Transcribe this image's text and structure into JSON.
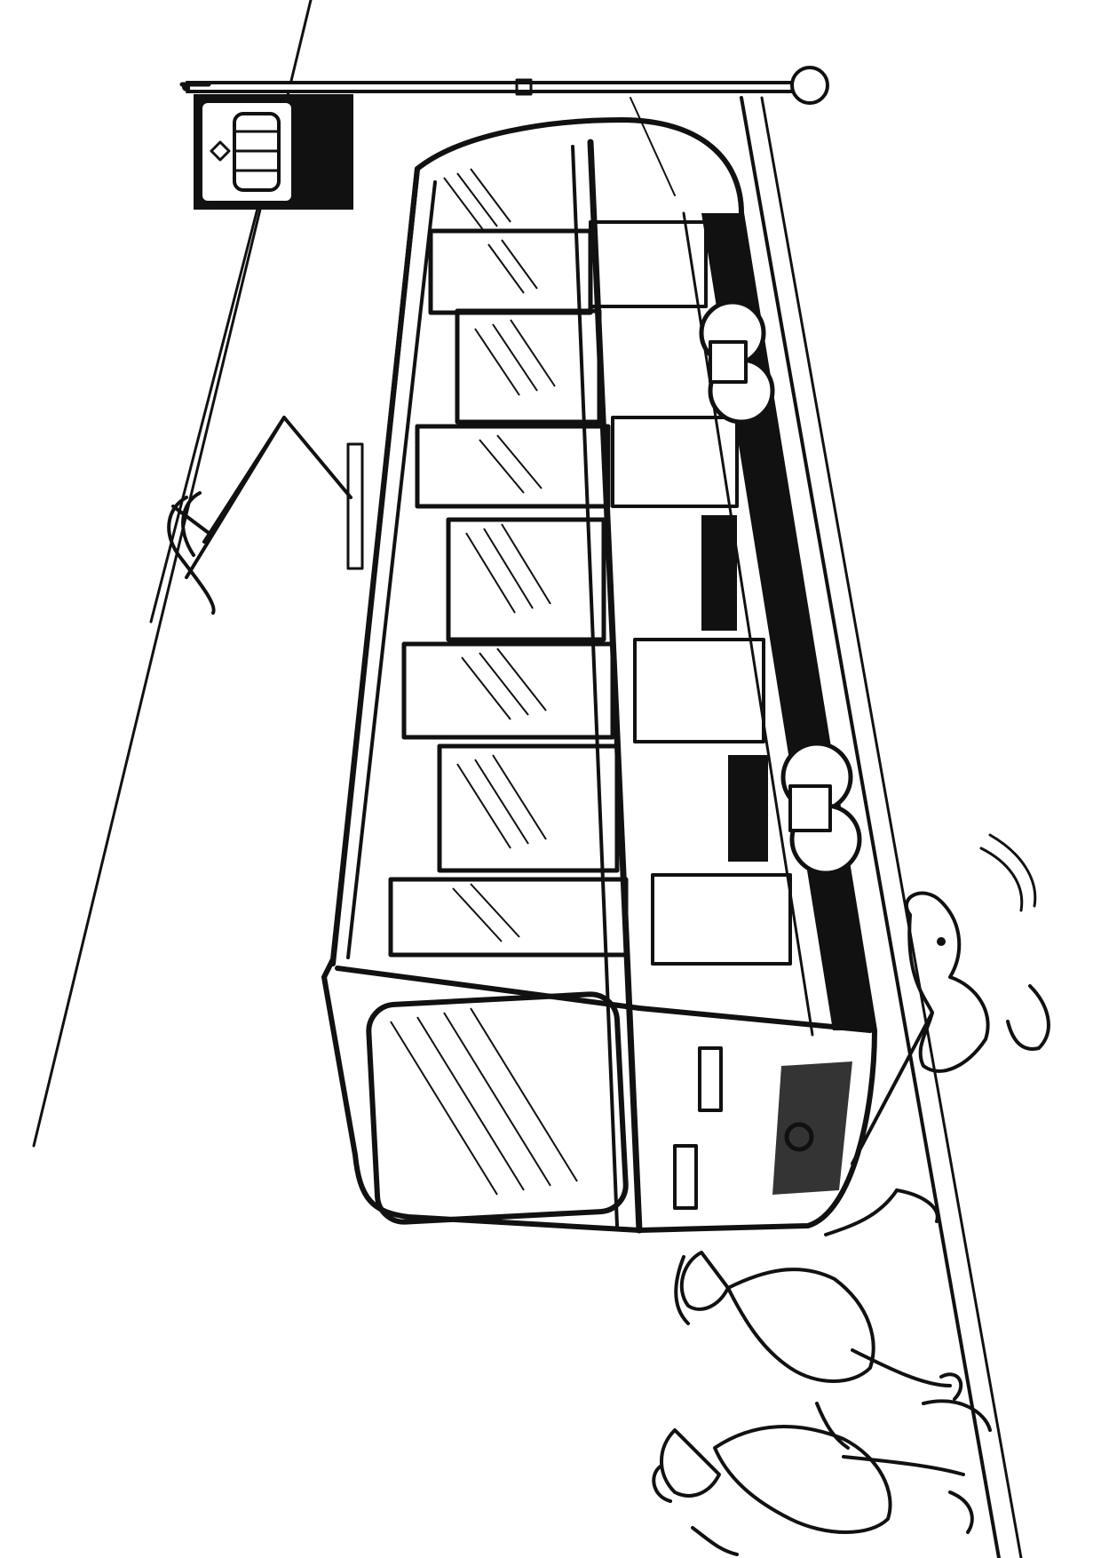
{
  "page": {
    "background": "#ffffff",
    "ink": "#111111"
  },
  "scene": {
    "kind": "coloring-page-line-art",
    "subject": "tram-at-stop",
    "orientation": "rotated-90-degrees",
    "icons": [
      "tram-stop-sign-icon",
      "tram-pictogram-icon",
      "pantograph-icon"
    ]
  }
}
